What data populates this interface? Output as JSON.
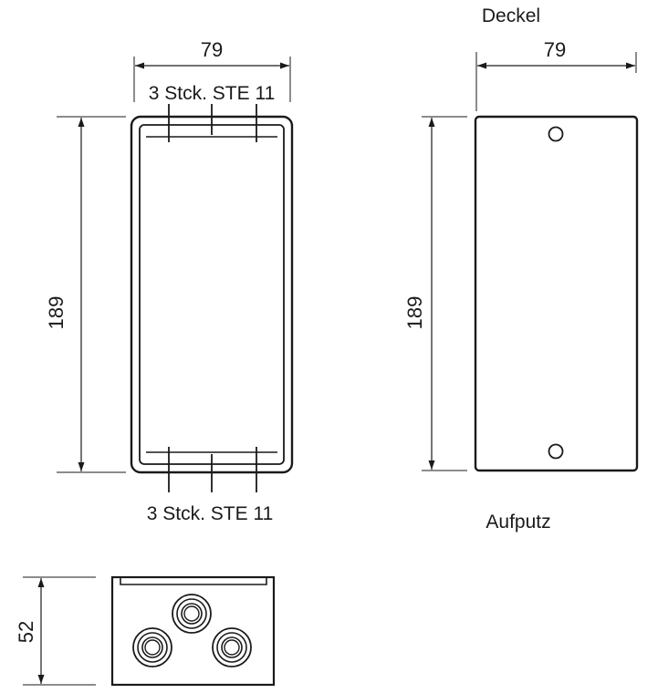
{
  "front_view": {
    "width_dim": "79",
    "height_dim": "189",
    "top_label": "3 Stck. STE 11",
    "bottom_label": "3 Stck. STE 11"
  },
  "lid_view": {
    "title": "Deckel",
    "width_dim": "79",
    "height_dim": "189",
    "caption": "Aufputz"
  },
  "side_view": {
    "height_dim": "52"
  },
  "colors": {
    "line": "#1a1a1a",
    "background": "#ffffff"
  }
}
